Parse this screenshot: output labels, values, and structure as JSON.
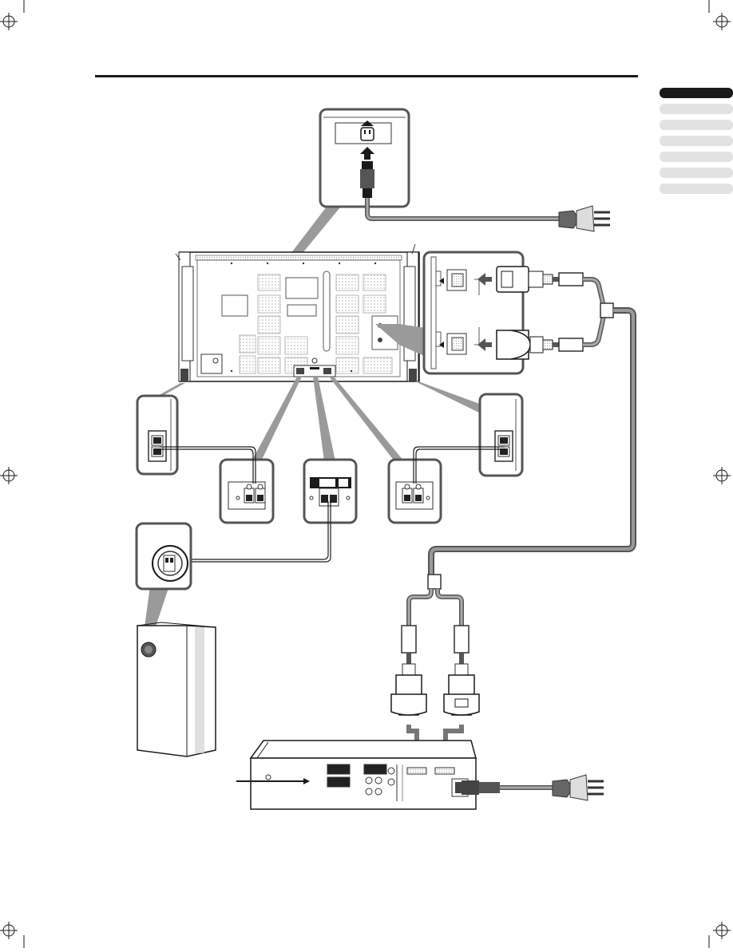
{
  "page": {
    "title": "",
    "side_tabs": {
      "count": 7,
      "active_index": 0,
      "active_color": "#1a1a1a",
      "inactive_color": "#e2e2e2"
    }
  },
  "colors": {
    "ink": "#1a1a1a",
    "cable": "#555555",
    "cable_fill": "#8a8a8a",
    "callout": "#9a9a9a",
    "panel_fill": "#f7f7f7",
    "dot_pattern": "#bbbbbb"
  },
  "components": {
    "display": "plasma-display-rear",
    "media_box": "media-receiver-box",
    "subwoofer": "subwoofer-speaker",
    "power_cords": [
      "display-power-cord",
      "media-box-power-cord"
    ],
    "system_cable": "dual-d-sub-system-cable"
  }
}
